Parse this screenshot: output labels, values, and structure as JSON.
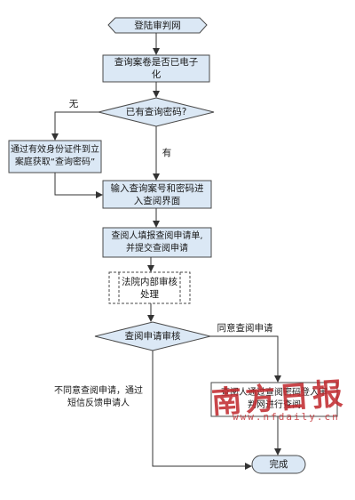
{
  "nodes": {
    "login": "登陆审判网",
    "check_electronic": "查询案卷是否已电子\n化",
    "has_password": "已有查询密码?",
    "obtain_password": "通过有效身份证件到立\n案庭获取“查询密码”",
    "enter_case": "输入查询案号和密码进\n入查阅界面",
    "fill_form": "查阅人填报查阅申请单,\n并提交查阅申请",
    "court_review": "法院内部审核\n处理",
    "review_decision": "查阅申请审核",
    "reject": "不同意查阅申请，通过\n短信反馈申请人",
    "approve_action": "查阅人通过查阅密码登入审\n判网进行查阅",
    "done": "完成"
  },
  "edge_labels": {
    "no": "无",
    "yes": "有",
    "approve": "同意查阅申请"
  },
  "watermark": {
    "title": "南方日报",
    "url": "www.nfdaily.cn"
  },
  "colors": {
    "fill": "#dbe8f5",
    "stroke": "#4a4a4a",
    "watermark": "#c0262b"
  }
}
